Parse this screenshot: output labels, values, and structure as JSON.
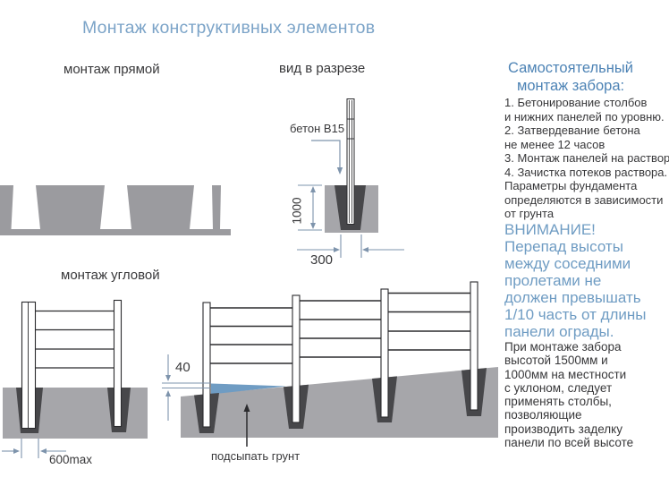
{
  "page": {
    "title": "Монтаж конструктивных элементов"
  },
  "sections": {
    "straight": {
      "label": "монтаж прямой"
    },
    "section_view": {
      "label": "вид в разрезе",
      "concrete_label": "бетон В15",
      "depth_dim": "1000",
      "width_dim": "300"
    },
    "corner": {
      "label": "монтаж угловой",
      "width_dim": "600max"
    },
    "slope": {
      "gap_dim": "40",
      "backfill_label": "подсыпать грунт"
    }
  },
  "instructions": {
    "heading_line1": "Самостоятельный",
    "heading_line2": "монтаж забора:",
    "steps": [
      "1. Бетонирование столбов",
      "и нижних панелей по уровню.",
      "2. Затвердевание бетона",
      "не менее 12 часов",
      "3. Монтаж панелей на раствор.",
      "4. Зачистка потеков раствора.",
      "Параметры фундамента",
      "определяются в зависимости",
      "от грунта"
    ],
    "attention": [
      "ВНИМАНИЕ!",
      "Перепад высоты",
      "между соседними",
      "пролетами не",
      "должен превышать",
      "1/10 часть от длины",
      "панели ограды."
    ],
    "note": [
      "При монтаже забора",
      "высотой 1500мм и",
      "1000мм на местности",
      "с уклоном, следует",
      "применять столбы,",
      "позволяющие",
      "производить заделку",
      "панели по всей высоте"
    ]
  },
  "colors": {
    "title_blue": "#7ca4c8",
    "heading_blue": "#4d83b5",
    "attention_blue": "#6f9cc3",
    "text_dark": "#38383a",
    "ground_gray": "#a6a6aa",
    "strip_gray": "#9b9b9f",
    "footing_dark": "#47474a",
    "dimension_blue": "#7e94ac",
    "backfill_blue": "#6f9cc3",
    "post_outline": "#2b2b2e"
  }
}
